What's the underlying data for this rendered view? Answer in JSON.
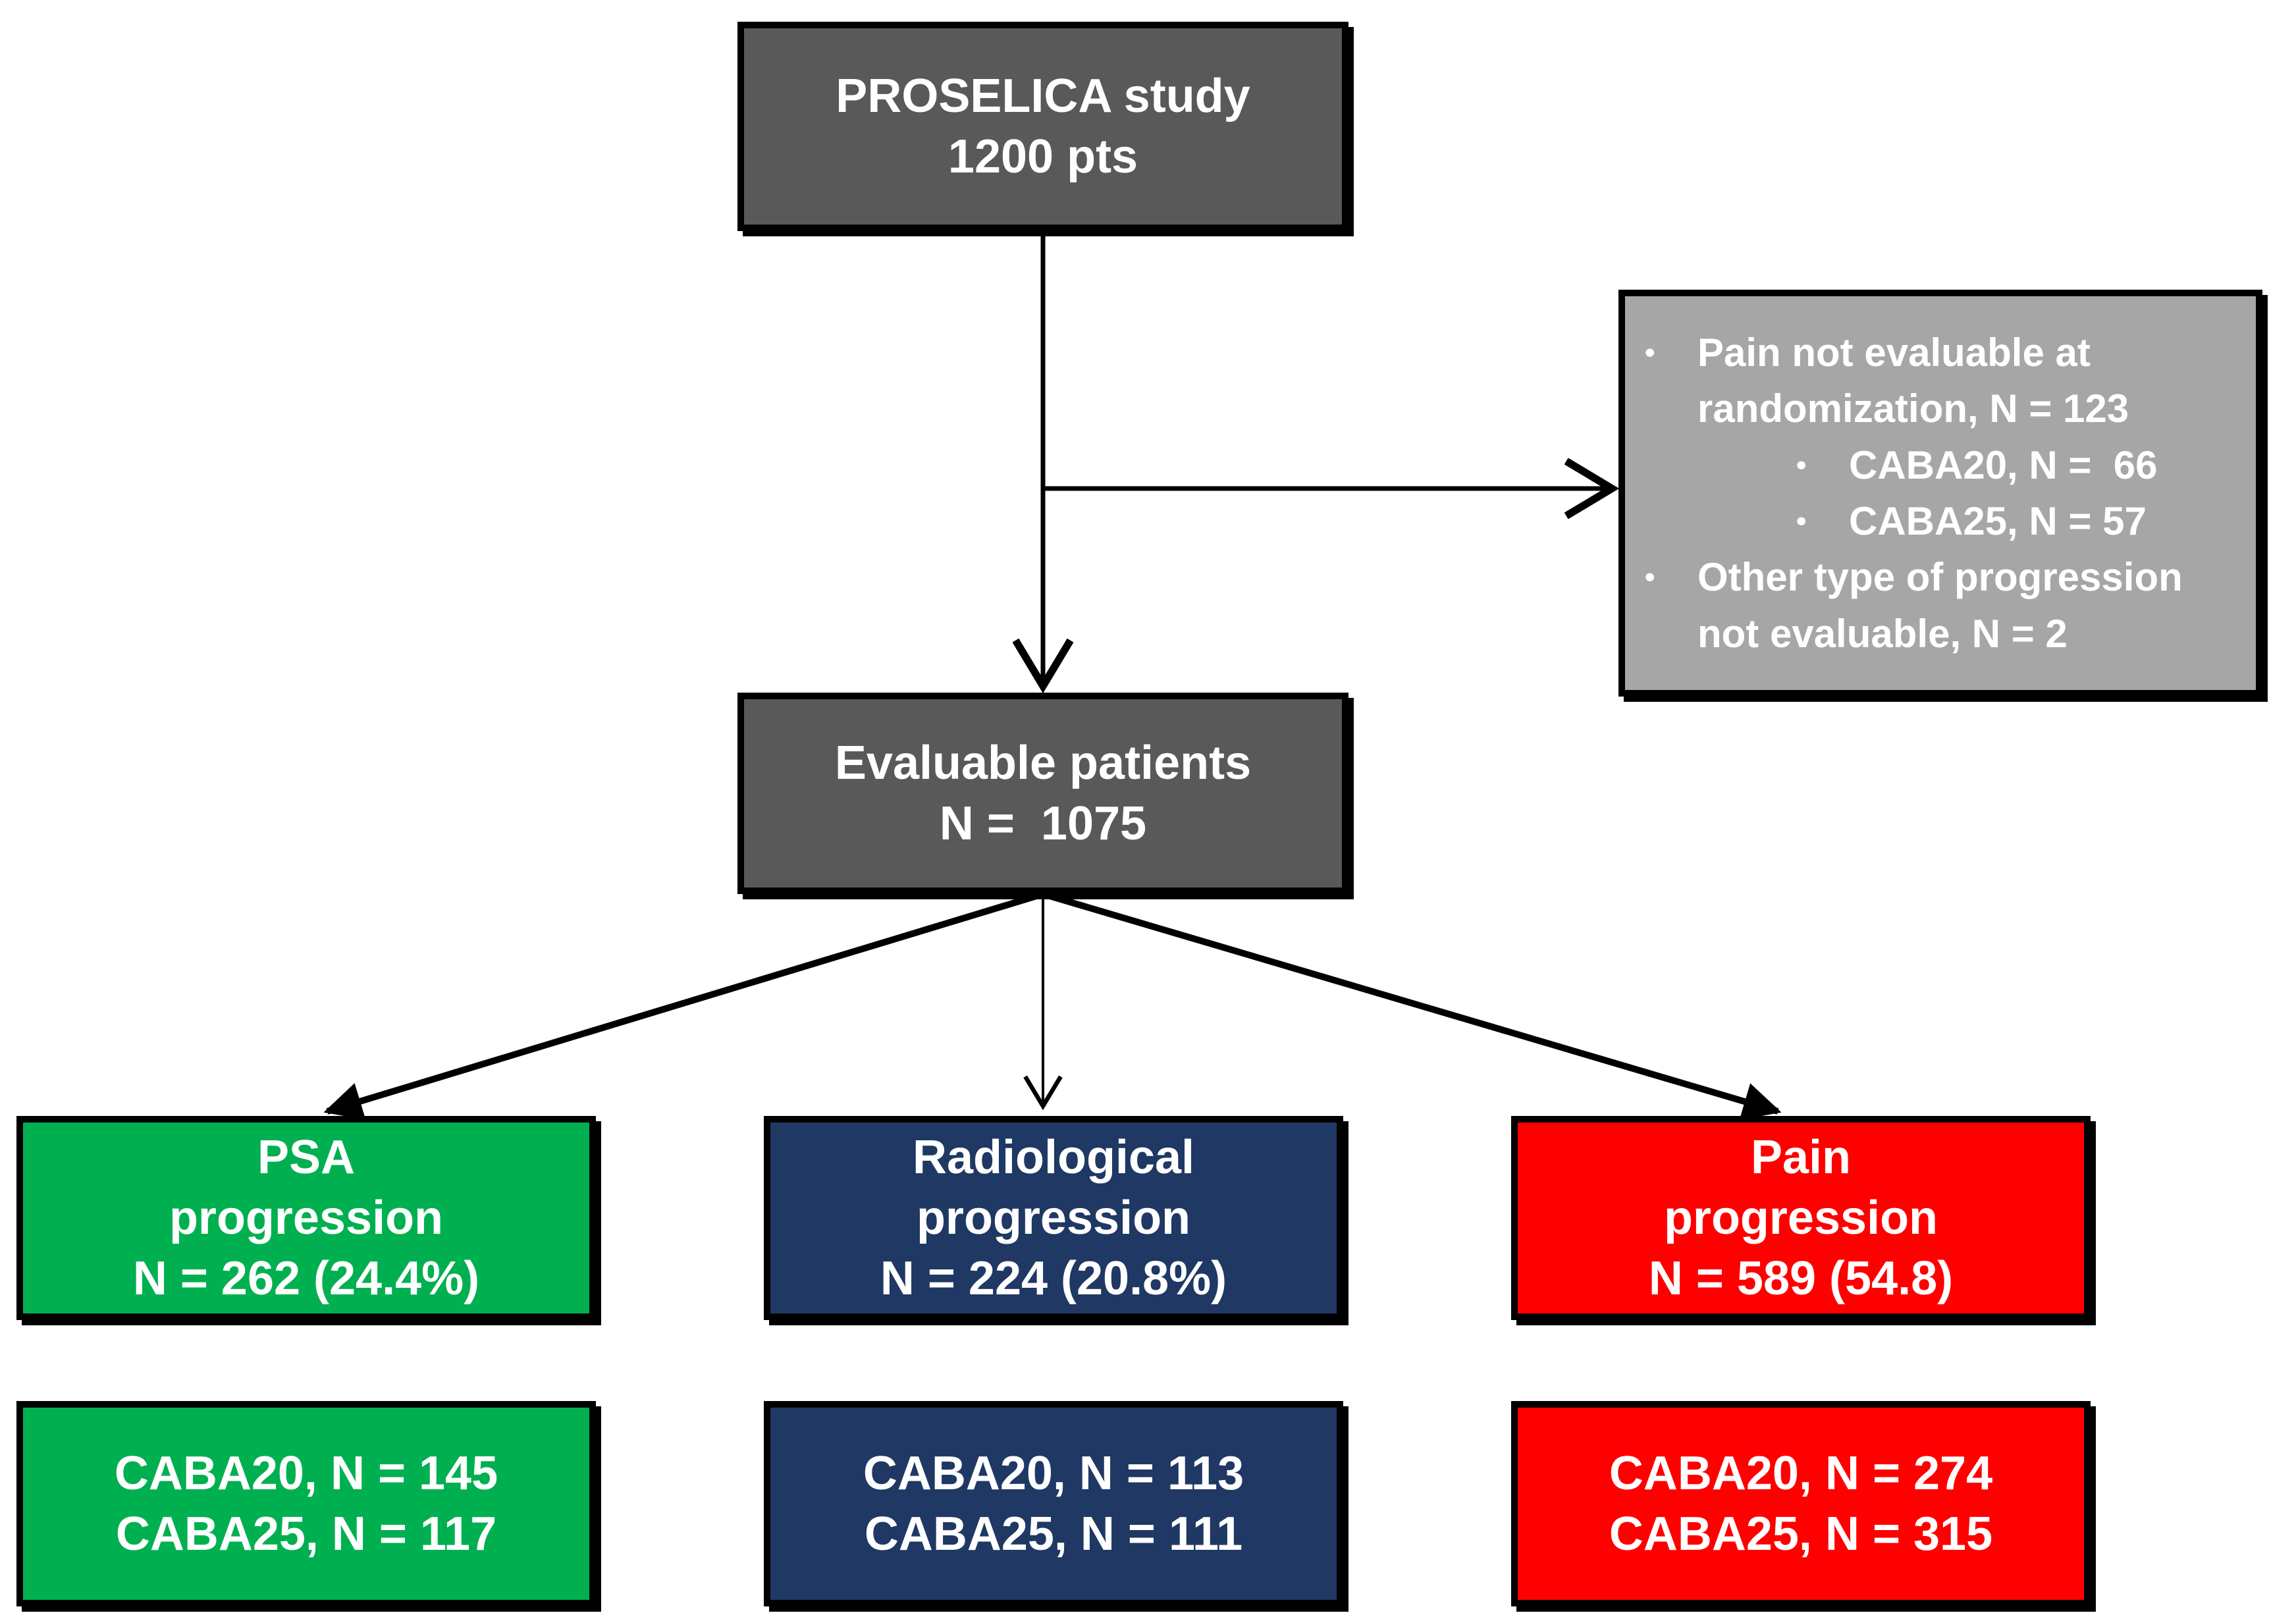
{
  "diagram": {
    "title_box": {
      "text": "PROSELICA study\n1200 pts"
    },
    "evaluable_box": {
      "text": "Evaluable patients\nN =  1075"
    },
    "exclusion_box": {
      "bullet_char": "•",
      "items": [
        {
          "level": 1,
          "text": "Pain not evaluable at randomization, N = 123"
        },
        {
          "level": 2,
          "text": "CABA20, N =  66"
        },
        {
          "level": 2,
          "text": "CABA25, N = 57"
        },
        {
          "level": 1,
          "text": "Other type of progression not evaluable, N = 2"
        }
      ]
    },
    "branches": [
      {
        "name": "psa",
        "title": "PSA\nprogression\nN = 262 (24.4%)",
        "arms": "CABA20, N = 145\nCABA25, N = 117",
        "color": "#00b050"
      },
      {
        "name": "radiological",
        "title": "Radiological\nprogression\nN = 224 (20.8%)",
        "arms": "CABA20, N = 113\nCABA25, N = 111",
        "color": "#1f3864"
      },
      {
        "name": "pain",
        "title": "Pain\nprogression\nN = 589 (54.8)",
        "arms": "CABA20, N = 274\nCABA25, N = 315",
        "color": "#ff0000"
      }
    ],
    "colors": {
      "study_box_fill": "#595959",
      "exclusion_box_fill": "#a6a6a6",
      "psa_fill": "#00b050",
      "radiological_fill": "#1f3864",
      "pain_fill": "#ff0000",
      "border_and_lines": "#000000",
      "text": "#ffffff",
      "background": "#ffffff"
    }
  }
}
